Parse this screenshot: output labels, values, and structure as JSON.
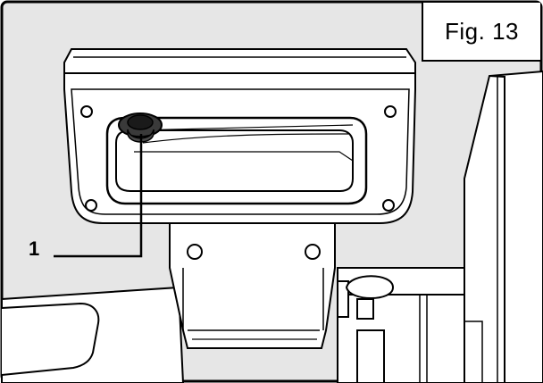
{
  "figure": {
    "label": "Fig. 13",
    "background_color": "#e6e6e6",
    "line_color": "#000000",
    "part_fill_color": "#ffffff"
  },
  "callouts": [
    {
      "number": "1",
      "target": "button-knob"
    }
  ]
}
